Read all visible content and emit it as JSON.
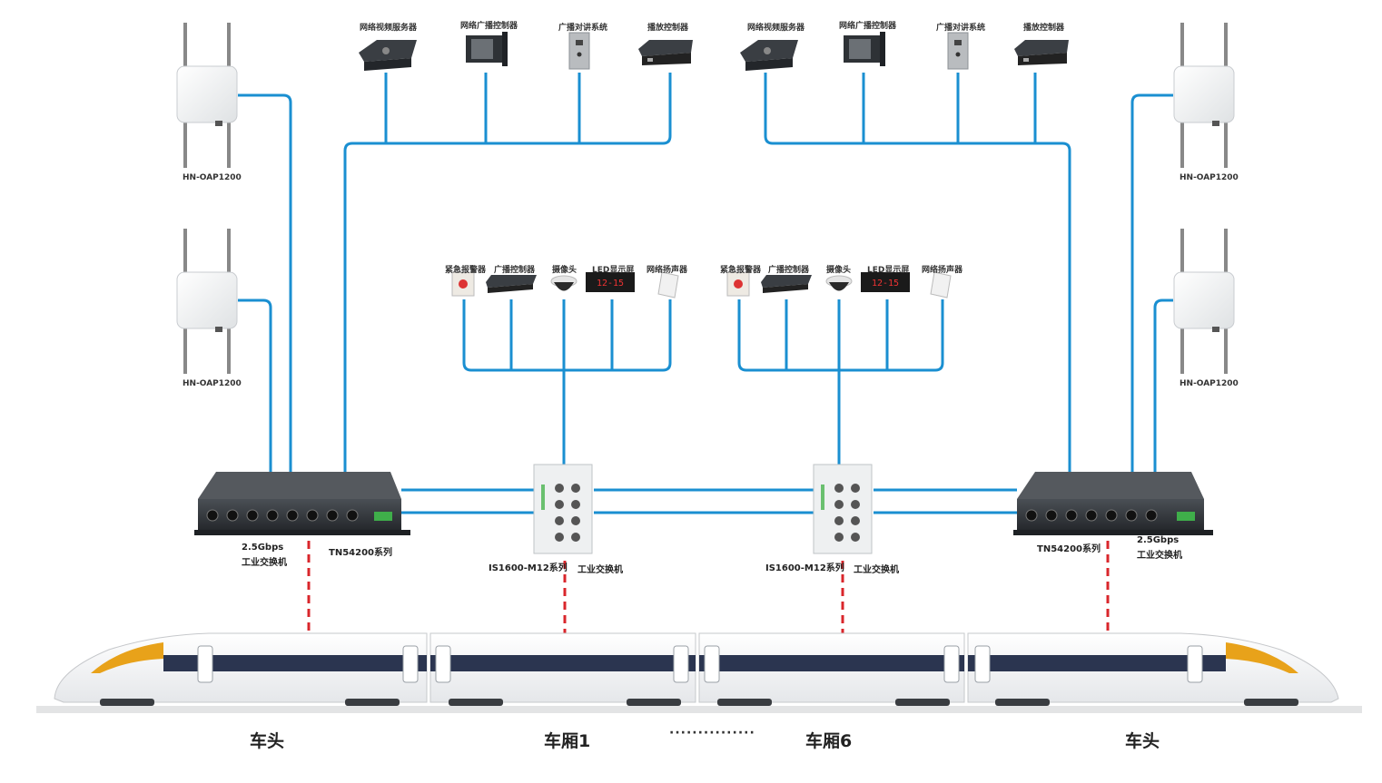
{
  "access_points": {
    "top_left": "HN-OAP1200",
    "mid_left": "HN-OAP1200",
    "top_right": "HN-OAP1200",
    "mid_right": "HN-OAP1200"
  },
  "top_devices_left": [
    "网络视频服务器",
    "网络广播控制器",
    "广播对讲系统",
    "播放控制器"
  ],
  "top_devices_right": [
    "网络视频服务器",
    "网络广播控制器",
    "广播对讲系统",
    "播放控制器"
  ],
  "car_devices_left": [
    "紧急报警器",
    "广播控制器",
    "摄像头",
    "LED显示屏",
    "网络扬声器"
  ],
  "car_devices_right": [
    "紧急报警器",
    "广播控制器",
    "摄像头",
    "LED显示屏",
    "网络扬声器"
  ],
  "switches": {
    "left_main": {
      "speed": "2.5Gbps",
      "type": "工业交换机",
      "model": "TN54200系列"
    },
    "right_main": {
      "speed": "2.5Gbps",
      "type": "工业交换机",
      "model": "TN54200系列"
    },
    "car1": {
      "model": "IS1600-M12系列",
      "type": "工业交换机"
    },
    "car6": {
      "model": "IS1600-M12系列",
      "type": "工业交换机"
    }
  },
  "train_sections": {
    "head_left": "车头",
    "car1": "车厢1",
    "separator": "···············",
    "car6": "车厢6",
    "head_right": "车头"
  },
  "led_text": "12-15",
  "colors": {
    "link": "#1a8fd1",
    "wireless_link": "#d9262b",
    "device_dark": "#2f3338",
    "train_accent": "#e8a21a",
    "train_window": "#2b3550"
  }
}
